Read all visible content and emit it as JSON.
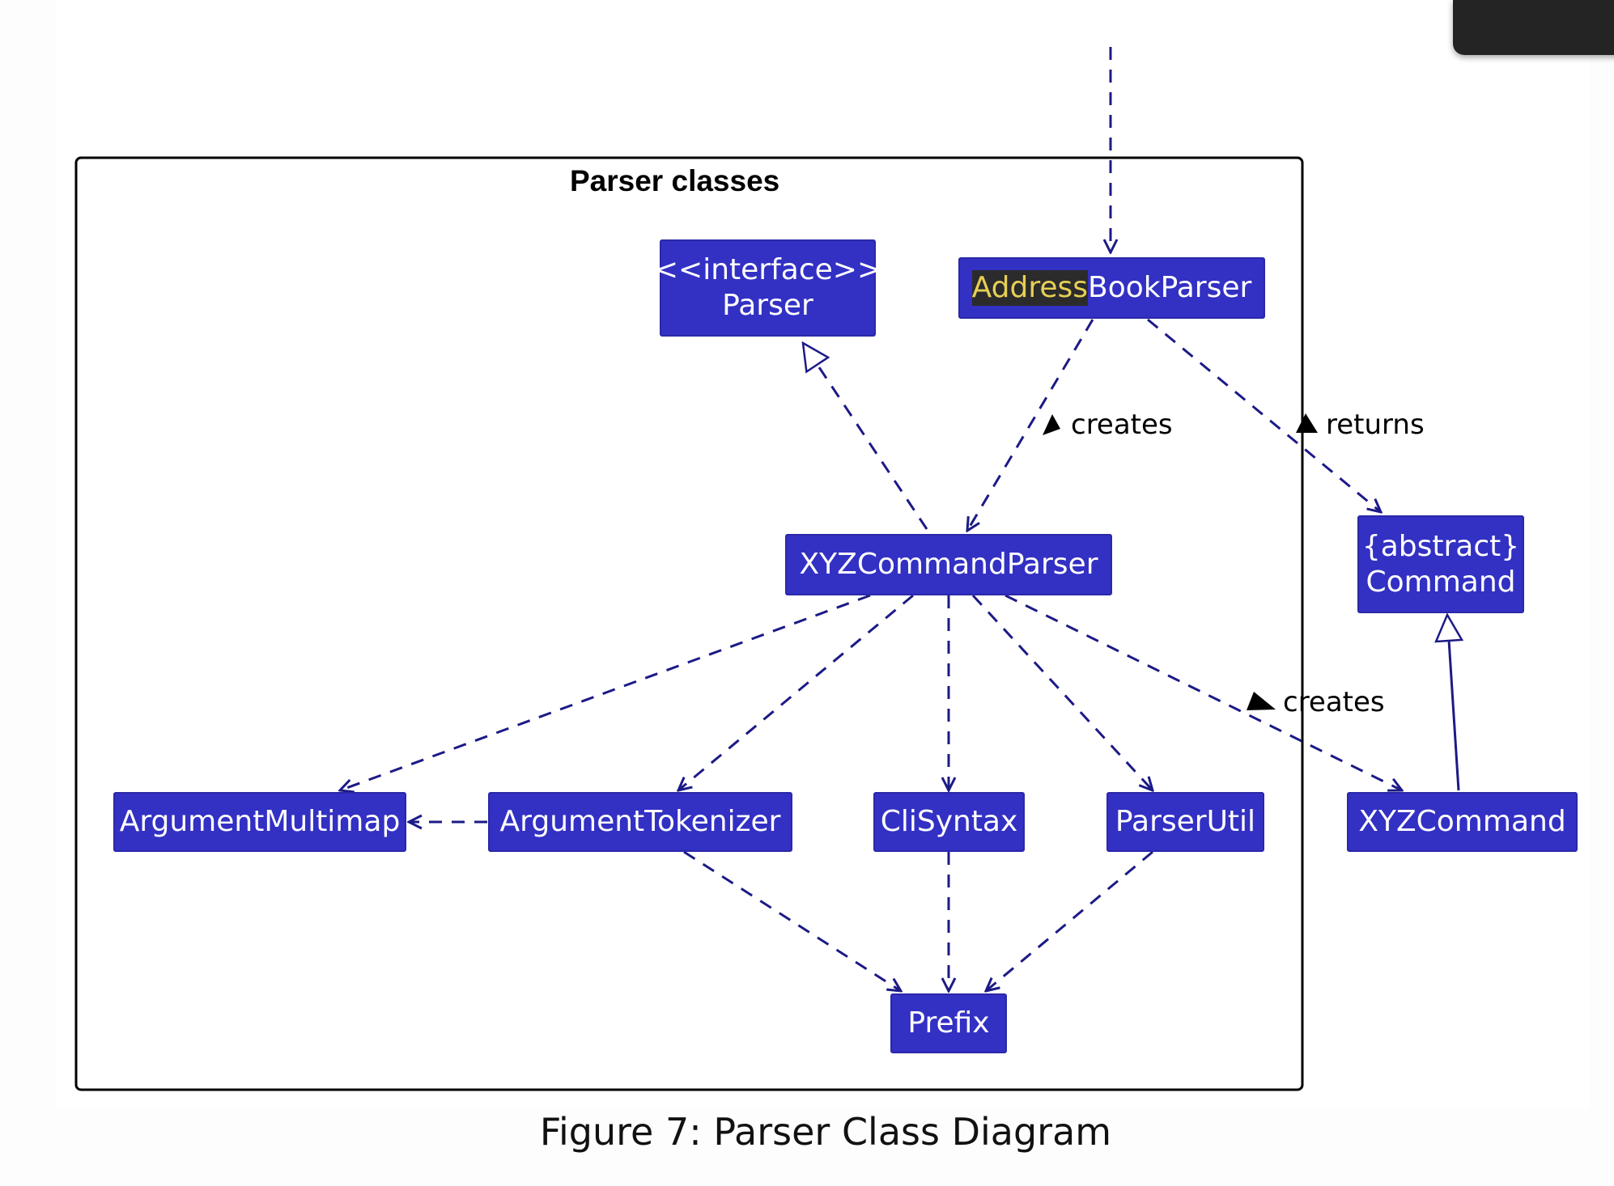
{
  "package": {
    "title": "Parser classes"
  },
  "classes": {
    "parser_interface": {
      "stereotype": "<<interface>>",
      "name": "Parser"
    },
    "address_book_parser": {
      "highlight": "Address",
      "rest": "BookParser"
    },
    "xyz_command_parser": {
      "name": "XYZCommandParser"
    },
    "abstract_command": {
      "stereotype": "{abstract}",
      "name": "Command"
    },
    "argument_multimap": {
      "name": "ArgumentMultimap"
    },
    "argument_tokenizer": {
      "name": "ArgumentTokenizer"
    },
    "cli_syntax": {
      "name": "CliSyntax"
    },
    "parser_util": {
      "name": "ParserUtil"
    },
    "xyz_command": {
      "name": "XYZCommand"
    },
    "prefix": {
      "name": "Prefix"
    }
  },
  "edge_labels": {
    "creates_parser": "creates",
    "returns": "returns",
    "creates_command": "creates"
  },
  "caption": "Figure 7: Parser Class Diagram",
  "colors": {
    "class_fill": "#3330c4",
    "arrow": "#1c1a86",
    "highlight_bg": "#2b2b2b",
    "highlight_text": "#e6cf55"
  }
}
